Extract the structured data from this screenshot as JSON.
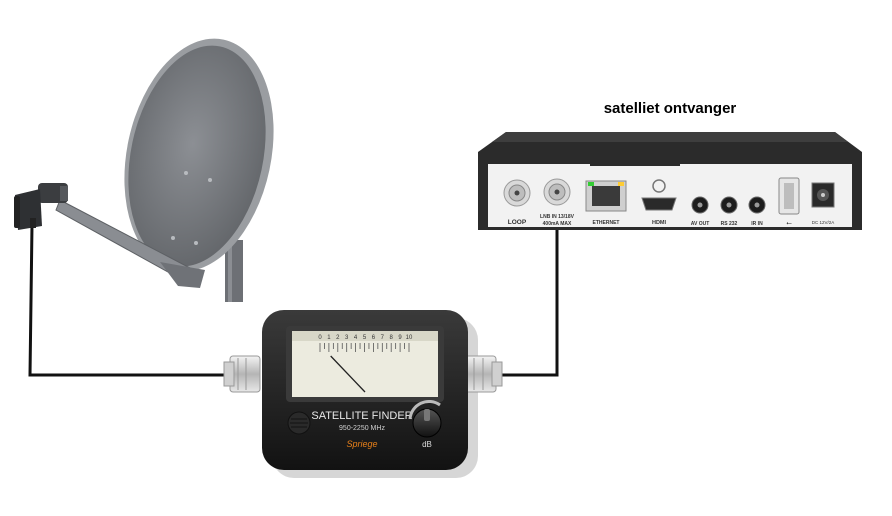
{
  "receiver": {
    "title": "satelliet ontvanger",
    "ports": {
      "loop": "LOOP",
      "lnb_line1": "LNB IN 13/18V",
      "lnb_line2": "400mA MAX",
      "ethernet": "ETHERNET",
      "hdmi": "HDMI",
      "av_out": "AV OUT",
      "rs232": "RS 232",
      "ir_in": "IR IN",
      "usb_symbol": "⭠",
      "dc": "DC 12V/2A"
    }
  },
  "finder": {
    "title": "SATELLITE FINDER",
    "frequency": "950-2250 MHz",
    "brand": "Spriege",
    "knob_label": "dB",
    "scale": [
      "0",
      "1",
      "2",
      "3",
      "4",
      "5",
      "6",
      "7",
      "8",
      "9",
      "10"
    ],
    "needle_value": 1.2
  },
  "colors": {
    "cable": "#111111",
    "dish": "#7a7d82",
    "receiver_body": "#2b2b2b",
    "receiver_panel": "#f2f2f2",
    "finder_body": "#1e1e1e",
    "meter_face": "#ecebdf",
    "brand": "#e8801a"
  }
}
